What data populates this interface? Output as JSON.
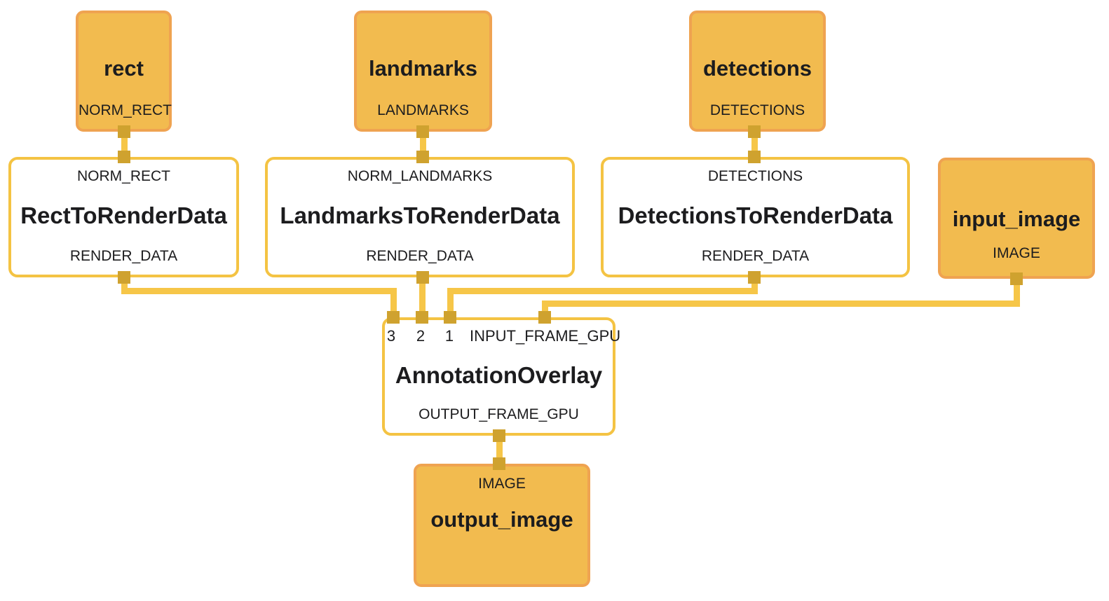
{
  "colors": {
    "canvas_bg": "#ffffff",
    "source_fill": "#f2bb4f",
    "source_border": "#efa351",
    "calculator_fill": "#ffffff",
    "calculator_border": "#f4c343",
    "wire": "#f6c648",
    "port": "#cfa22f",
    "text": "#1c1c1e"
  },
  "nodes": {
    "rect": {
      "title": "rect",
      "output_tag": "NORM_RECT"
    },
    "landmarks": {
      "title": "landmarks",
      "output_tag": "LANDMARKS"
    },
    "detections": {
      "title": "detections",
      "output_tag": "DETECTIONS"
    },
    "input_image": {
      "title": "input_image",
      "output_tag": "IMAGE"
    },
    "rect_to_render_data": {
      "input_tag": "NORM_RECT",
      "title": "RectToRenderData",
      "output_tag": "RENDER_DATA"
    },
    "landmarks_to_render_data": {
      "input_tag": "NORM_LANDMARKS",
      "title": "LandmarksToRenderData",
      "output_tag": "RENDER_DATA"
    },
    "detections_to_render_data": {
      "input_tag": "DETECTIONS",
      "title": "DetectionsToRenderData",
      "output_tag": "RENDER_DATA"
    },
    "annotation_overlay": {
      "input_tags": {
        "slot3": "3",
        "slot2": "2",
        "slot1": "1",
        "frame": "INPUT_FRAME_GPU"
      },
      "title": "AnnotationOverlay",
      "output_tag": "OUTPUT_FRAME_GPU"
    },
    "output_image": {
      "input_tag": "IMAGE",
      "title": "output_image"
    }
  },
  "edges": [
    {
      "from": "rect.NORM_RECT",
      "to": "RectToRenderData.NORM_RECT"
    },
    {
      "from": "landmarks.LANDMARKS",
      "to": "LandmarksToRenderData.NORM_LANDMARKS"
    },
    {
      "from": "detections.DETECTIONS",
      "to": "DetectionsToRenderData.DETECTIONS"
    },
    {
      "from": "RectToRenderData.RENDER_DATA",
      "to": "AnnotationOverlay.3"
    },
    {
      "from": "LandmarksToRenderData.RENDER_DATA",
      "to": "AnnotationOverlay.2"
    },
    {
      "from": "DetectionsToRenderData.RENDER_DATA",
      "to": "AnnotationOverlay.1"
    },
    {
      "from": "input_image.IMAGE",
      "to": "AnnotationOverlay.INPUT_FRAME_GPU"
    },
    {
      "from": "AnnotationOverlay.OUTPUT_FRAME_GPU",
      "to": "output_image.IMAGE"
    }
  ]
}
